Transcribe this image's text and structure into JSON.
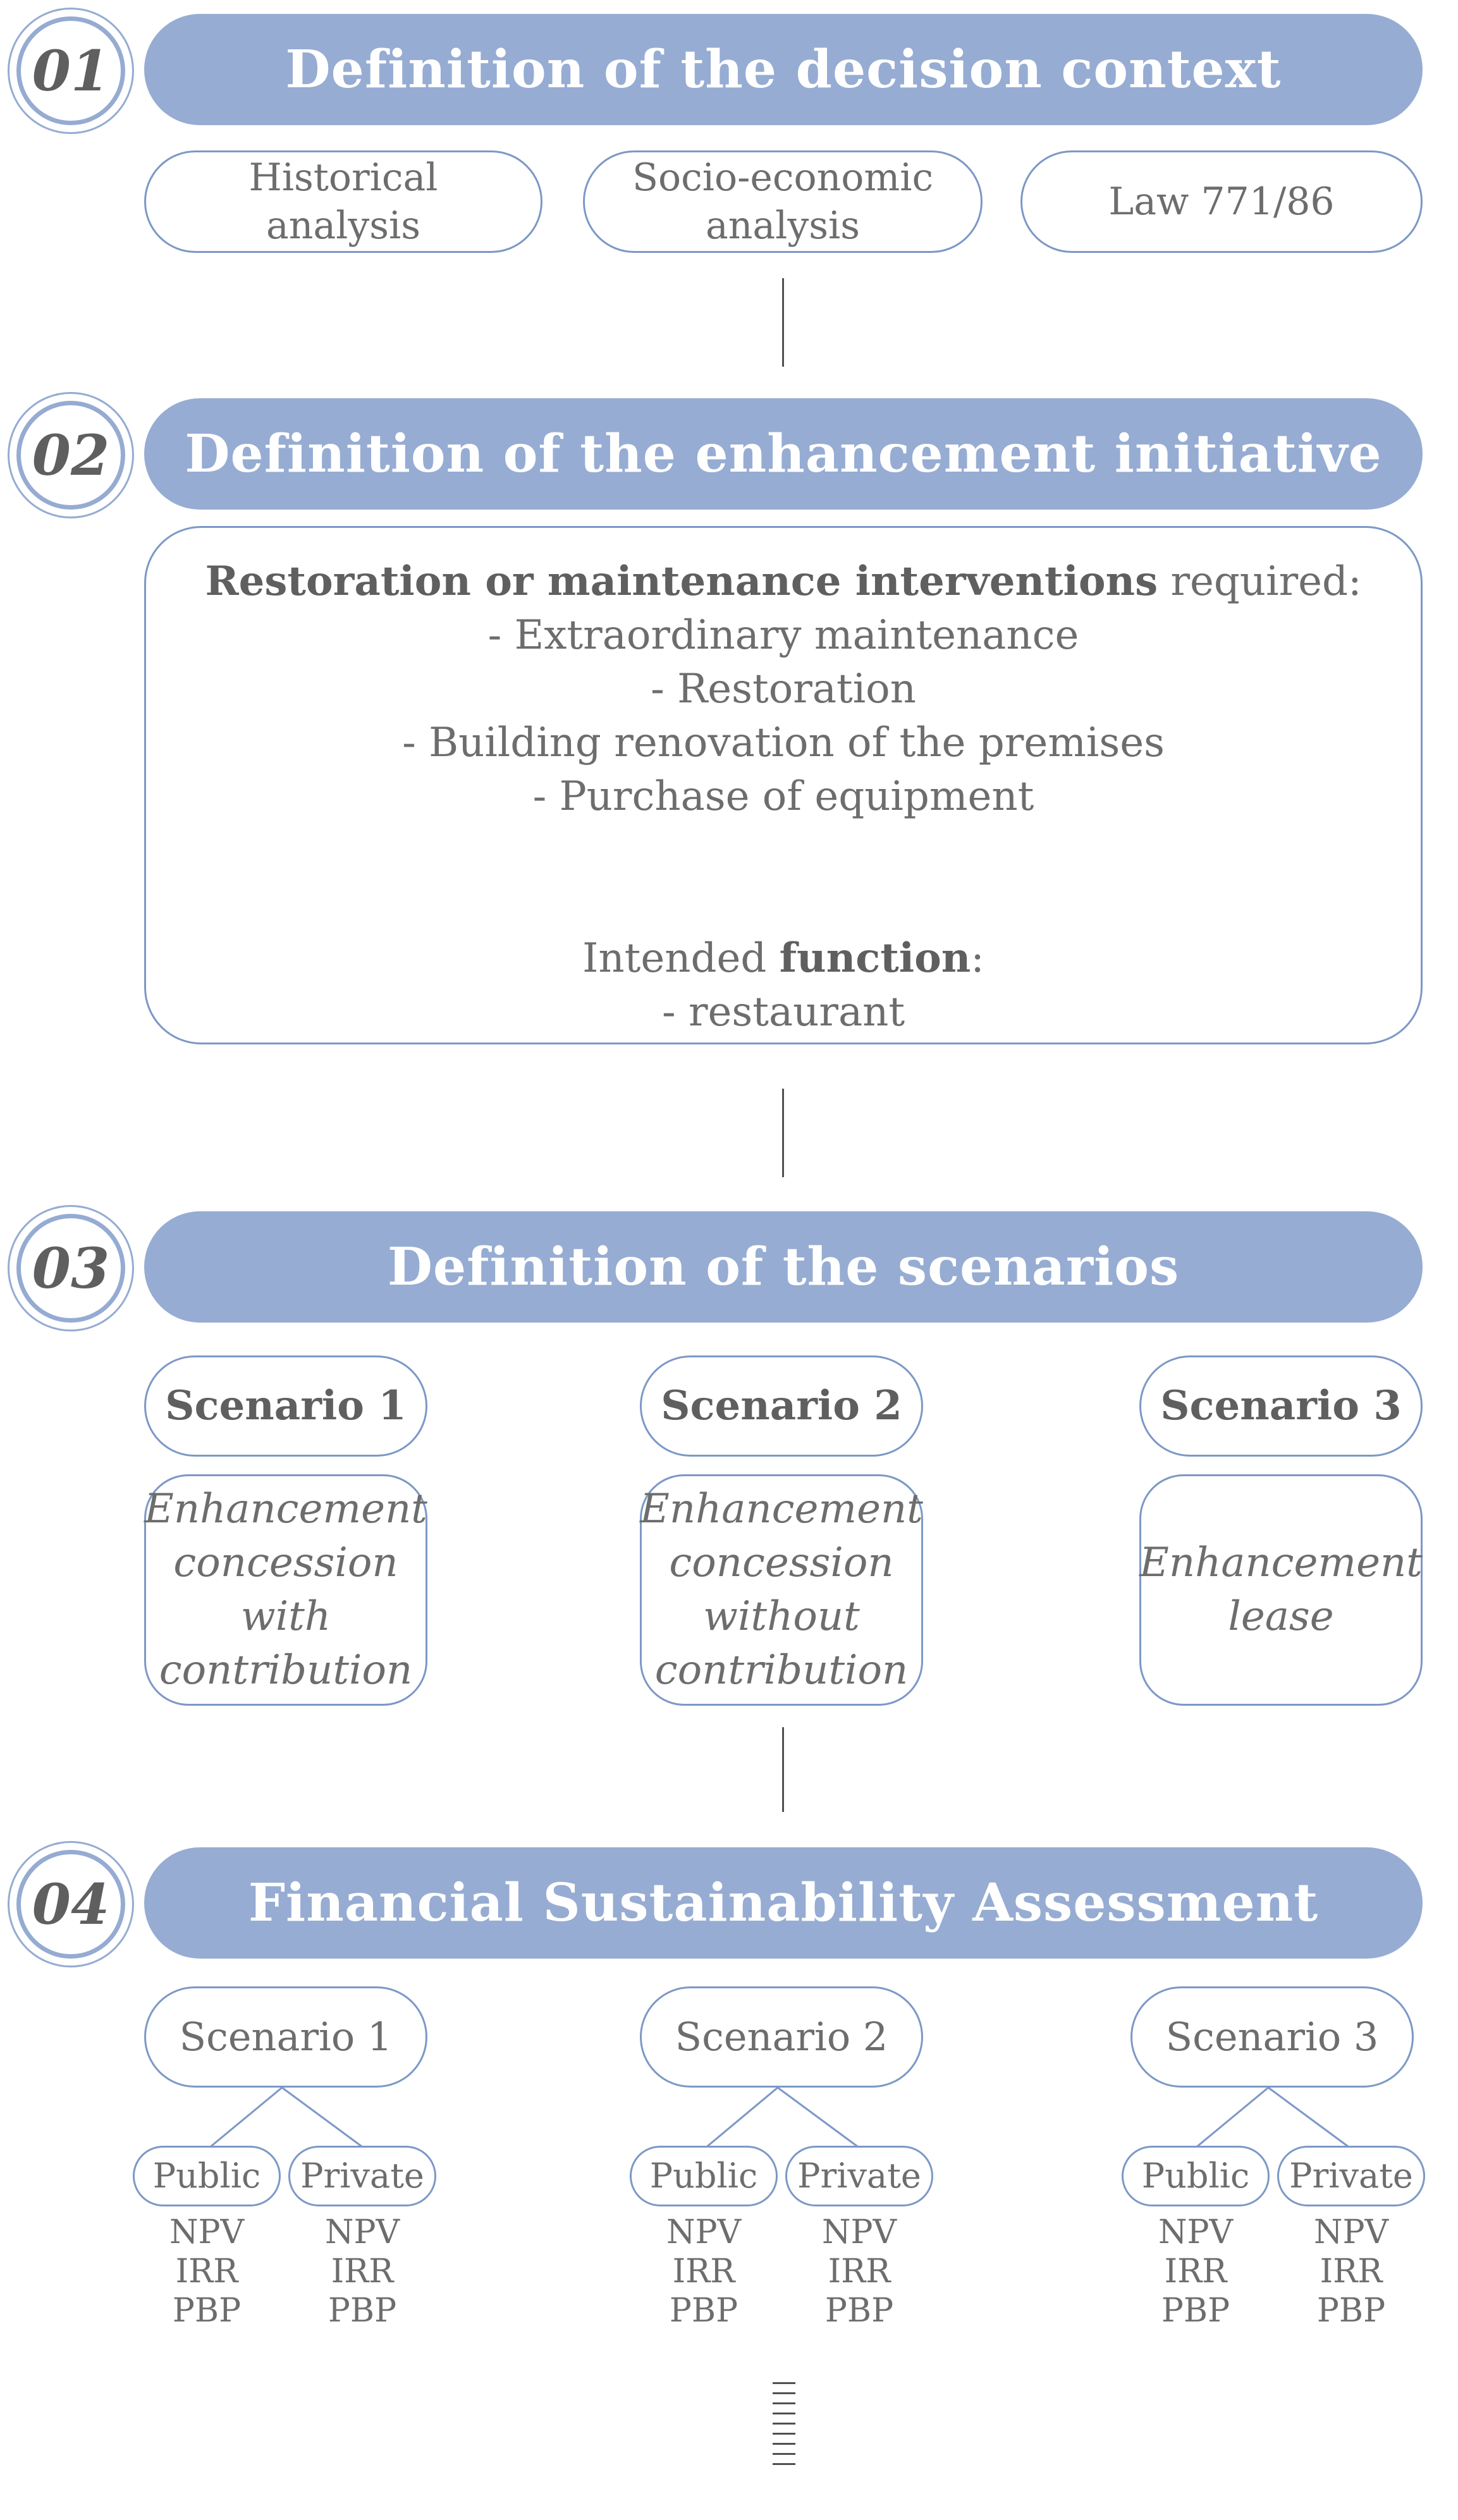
{
  "steps": [
    {
      "number": "01",
      "title": "Definition of the decision context"
    },
    {
      "number": "02",
      "title": "Definition of the enhancement initiative"
    },
    {
      "number": "03",
      "title": "Definition of the scenarios"
    },
    {
      "number": "04",
      "title": "Financial Sustainability Assessment"
    }
  ],
  "context_items": [
    "Historical\nanalysis",
    "Socio-economic\nanalysis",
    "Law 771/86"
  ],
  "initiative": {
    "interventions_bold": "Restoration or maintenance interventions",
    "interventions_suffix": " required:",
    "interventions": [
      "- Extraordinary maintenance",
      "- Restoration",
      "- Building renovation of the premises",
      "- Purchase of equipment"
    ],
    "function_prefix": "Intended ",
    "function_bold": "function",
    "function_suffix": ":",
    "function_value": "- restaurant"
  },
  "scenarios": [
    {
      "name": "Scenario 1",
      "description": "Enhancement\nconcession\nwith\ncontribution"
    },
    {
      "name": "Scenario 2",
      "description": "Enhancement\nconcession\nwithout\ncontribution"
    },
    {
      "name": "Scenario 3",
      "description": "Enhancement\nlease"
    }
  ],
  "assessment": [
    {
      "name": "Scenario 1",
      "public": "Public",
      "private": "Private",
      "metrics": [
        "NPV",
        "IRR",
        "PBP"
      ]
    },
    {
      "name": "Scenario 2",
      "public": "Public",
      "private": "Private",
      "metrics": [
        "NPV",
        "IRR",
        "PBP"
      ]
    },
    {
      "name": "Scenario 3",
      "public": "Public",
      "private": "Private",
      "metrics": [
        "NPV",
        "IRR",
        "PBP"
      ]
    }
  ],
  "colors": {
    "banner": "#96acd3",
    "border": "#7c98c6",
    "text": "#6d6d6d"
  }
}
